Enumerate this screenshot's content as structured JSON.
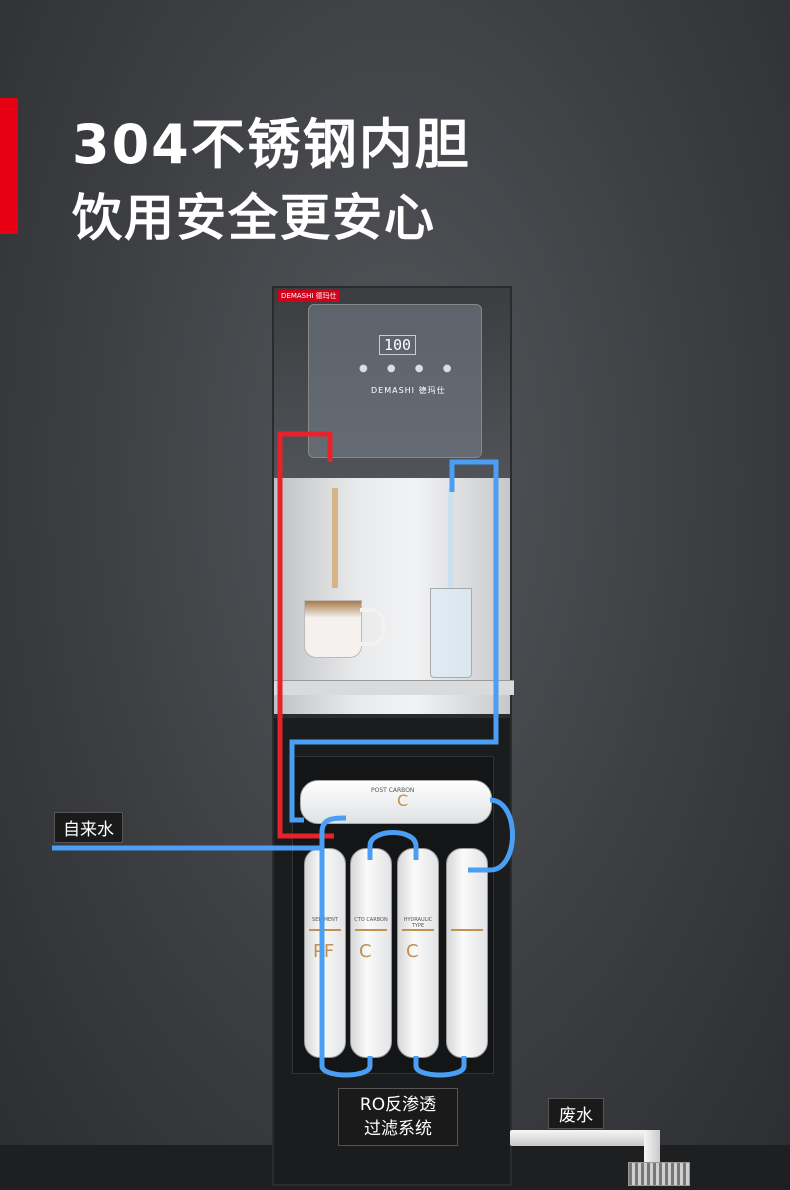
{
  "headline": {
    "line1": "304不锈钢内胆",
    "line2": "饮用安全更安心"
  },
  "colors": {
    "accent": "#e60012",
    "hot_pipe": "#e8222b",
    "cold_pipe": "#4a9ff5"
  },
  "labels": {
    "tap_water": "自来水",
    "ro_line1": "RO反渗透",
    "ro_line2": "过滤系统",
    "waste_water": "废水"
  },
  "dispenser": {
    "display_temp": "100",
    "brand": "DEMASHI 德玛仕"
  },
  "filters": [
    {
      "label": "SEDIMENT",
      "mark": "PF"
    },
    {
      "label": "CTO CARBON",
      "mark": "C"
    },
    {
      "label": "HYDRAULIC TYPE",
      "mark": "C"
    },
    {
      "label": "",
      "mark": ""
    }
  ],
  "post_filter": {
    "label": "POST CARBON",
    "mark": "C"
  }
}
